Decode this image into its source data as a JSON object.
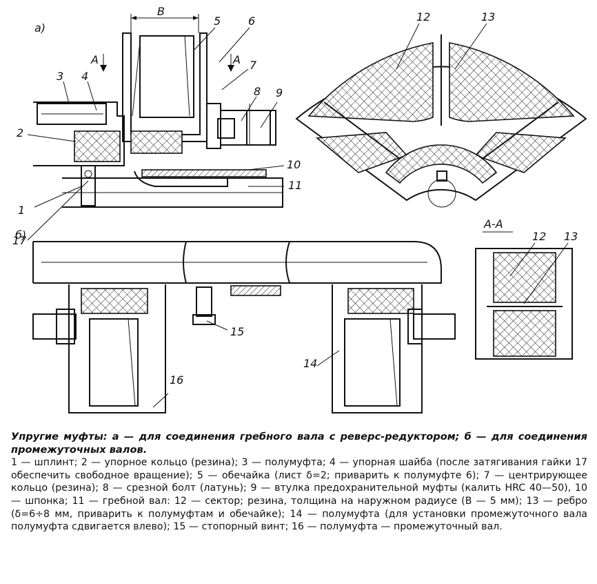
{
  "figure": {
    "subfig_a": "а)",
    "subfig_b": "б)",
    "dim_B": "B",
    "section_mark": "А",
    "section_title": "А-А",
    "parts": {
      "p1": "1",
      "p2": "2",
      "p3": "3",
      "p4": "4",
      "p5": "5",
      "p6": "6",
      "p7": "7",
      "p8": "8",
      "p9": "9",
      "p10": "10",
      "p11": "11",
      "p12": "12",
      "p13": "13",
      "p14": "14",
      "p15": "15",
      "p16": "16",
      "p17": "17"
    }
  },
  "caption": {
    "title": "Упругие муфты: а — для соединения гребного вала с реверс-редуктором; б — для соединения промежуточных валов.",
    "legend": "1 — шплинт; 2 — упорное кольцо (резина); 3 — полумуфта; 4 — упорная шайба (после затягивания гайки 17 обеспечить свободное вращение); 5 — обечайка (лист δ=2; приварить к полумуфте 6); 7 — центрирующее кольцо (резина); 8 — срезной болт (латунь); 9 — втулка предохранительной муфты (калить HRC 40—50), 10 — шпонка; 11 — гребной вал: 12 — сектор; резина, толщина на наружном радиусе (B — 5 мм); 13 — ребро (δ=6÷8 мм, приварить к полумуфтам и обечайке); 14 — полумуфта (для установки промежуточного вала полумуфта сдвигается влево); 15 — стопорный винт; 16 — полумуфта — промежуточный вал."
  }
}
